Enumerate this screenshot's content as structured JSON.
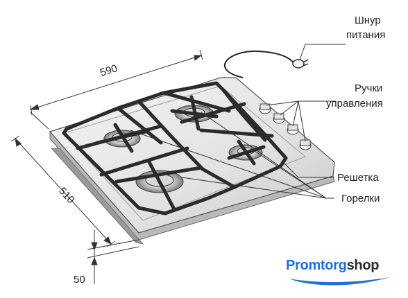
{
  "labels": {
    "cord_line1": "Шнур",
    "cord_line2": "питания",
    "knobs_line1": "Ручки",
    "knobs_line2": "управления",
    "grate": "Решетка",
    "burners": "Горелки"
  },
  "dimensions": {
    "width": "590",
    "depth": "510",
    "height": "50"
  },
  "logo": {
    "part1": "Promtorg",
    "part2": "shop"
  },
  "colors": {
    "grate": "#2b2b2b",
    "body": "#e9e9e9",
    "brand": "#1f6fd6"
  }
}
